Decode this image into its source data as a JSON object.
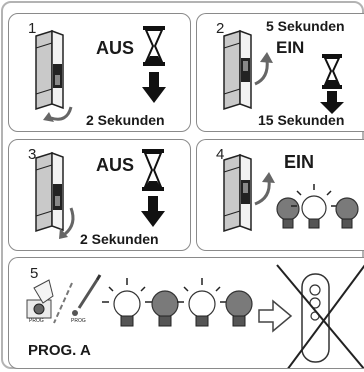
{
  "steps": [
    {
      "number": "1",
      "label": "AUS",
      "time": "2 Sekunden"
    },
    {
      "number": "2",
      "label": "EIN",
      "time_top": "5 Sekunden",
      "time_bottom": "15 Sekunden"
    },
    {
      "number": "3",
      "label": "AUS",
      "time": "2 Sekunden"
    },
    {
      "number": "4",
      "label": "EIN"
    },
    {
      "number": "5",
      "label": "PROG. A",
      "button_label_1": "PROG",
      "button_label_2": "PROG"
    }
  ],
  "icons": {
    "breaker": "circuit-breaker-icon",
    "hourglass": "hourglass-icon",
    "arrow_down": "arrow-down-icon",
    "rotate": "curved-arrow-icon",
    "bulb": "light-bulb-icon",
    "arrow_right": "arrow-right-icon",
    "remote": "remote-control-icon",
    "cross": "cross-out-icon"
  }
}
